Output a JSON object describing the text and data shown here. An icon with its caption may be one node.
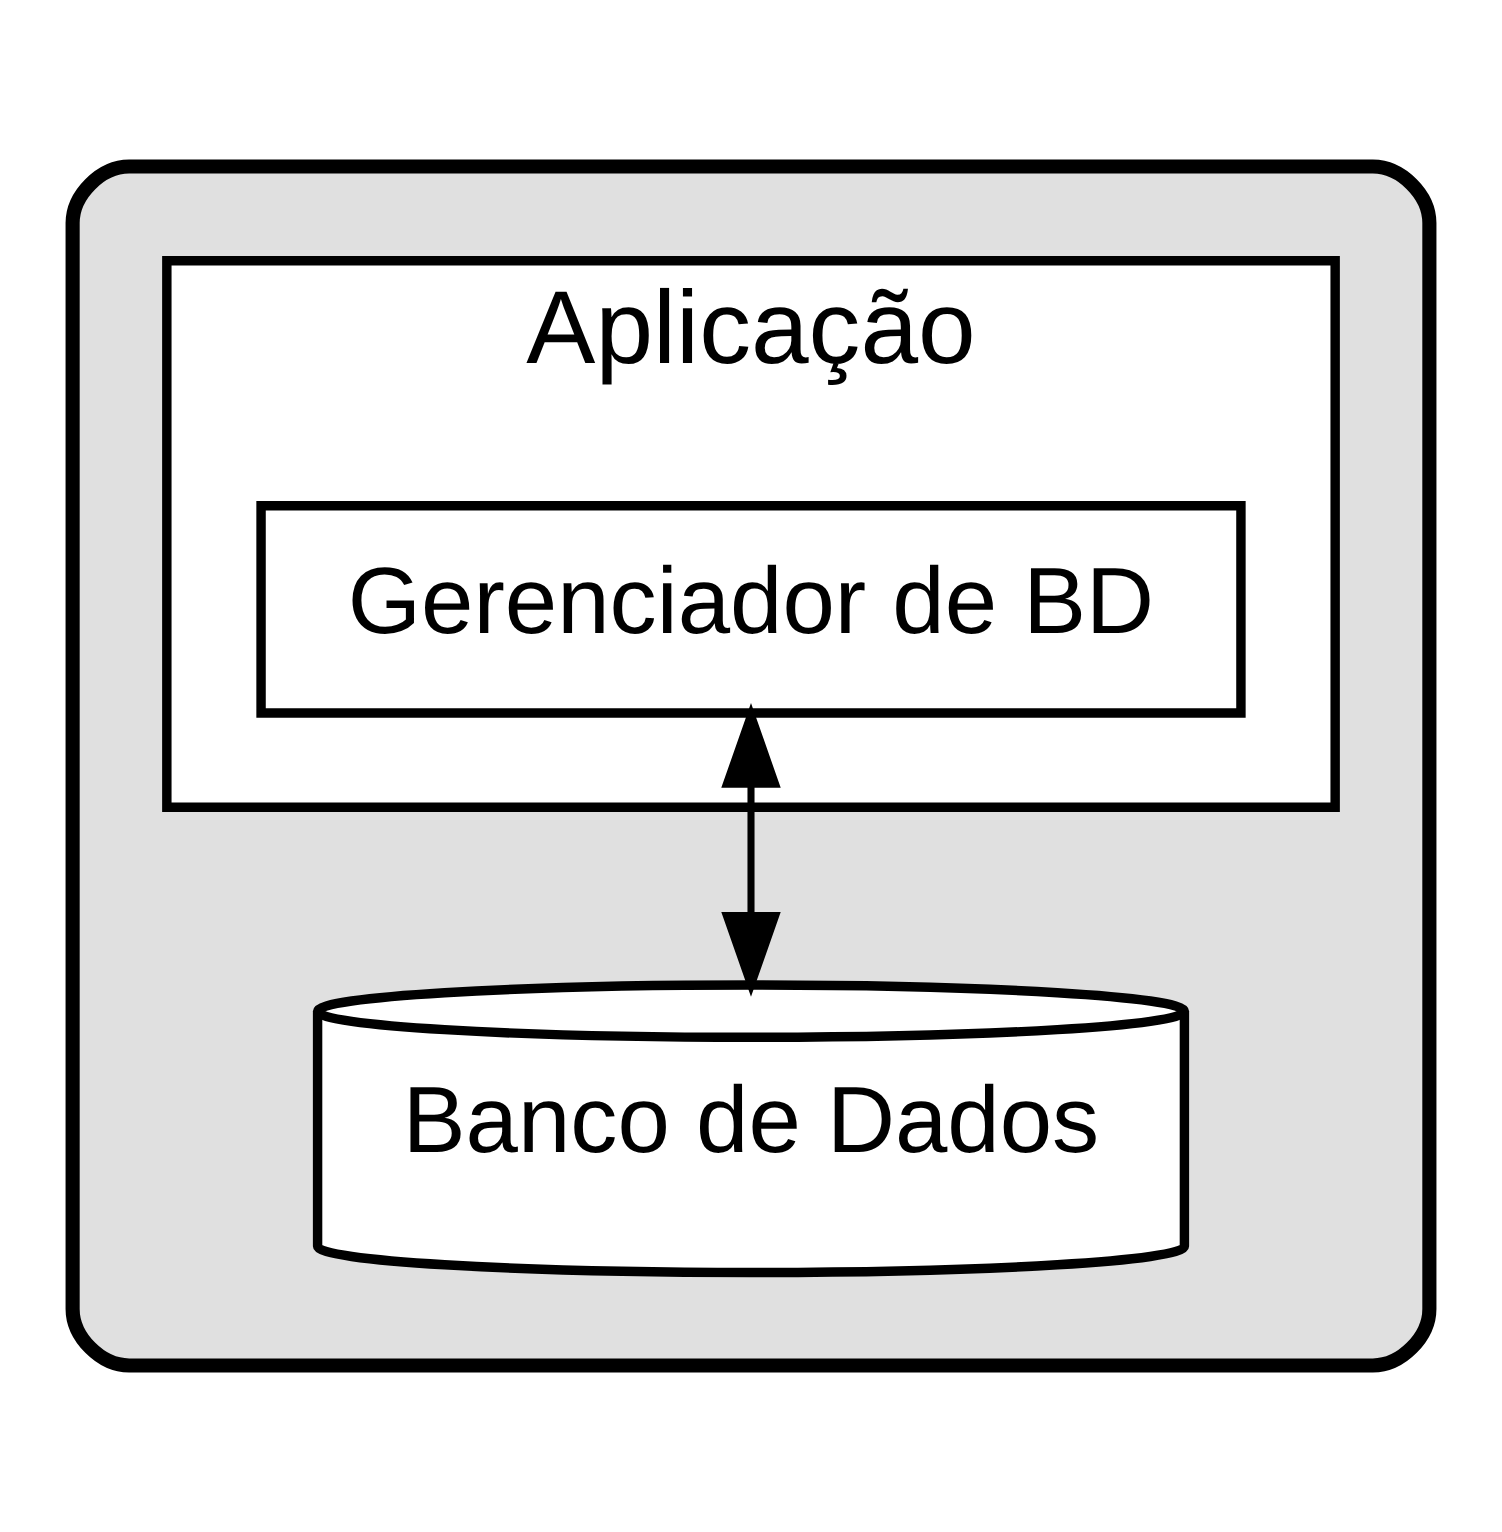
{
  "diagram": {
    "nodes": [
      {
        "text": [],
        "shape": "box"
      },
      {
        "text": [
          "Aplicação"
        ],
        "in": 0
      },
      {
        "text": [
          "Gerenciador de BD"
        ],
        "in": 1
      },
      {
        "text": [
          "Banco de Dados"
        ],
        "in": 0
      }
    ],
    "edges": [
      {
        "from": 2,
        "to": 3,
        "arrow": "both"
      }
    ]
  }
}
